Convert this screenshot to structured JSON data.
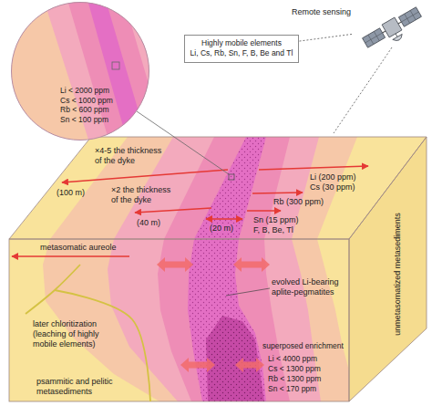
{
  "diagram": {
    "nodes": [
      {
        "text": [
          "Li < 2000 ppm",
          "Cs < 1000 ppm",
          "Rb < 600 ppm",
          "Sn < 100 ppm"
        ]
      },
      {
        "text": [
          "Highly mobile elements",
          "Li, Cs, Rb, Sn, F, B, Be and Tl"
        ]
      },
      {
        "text": [
          "Remote sensing"
        ]
      }
    ],
    "edges": [
      {
        "from": 2,
        "to": 1,
        "arrow": "none"
      }
    ],
    "labels": [
      "×4-5 the thickness of the dyke",
      "(100 m)",
      "×2 the thickness of the dyke",
      "(40 m)",
      "(20 m)",
      "Li (200 ppm)",
      "Cs (30 ppm)",
      "Rb (300 ppm)",
      "Sn (15 ppm)",
      "F, B, Be, Tl",
      "unmetasomatized metasediments",
      "metasomatic aureole",
      "evolved Li-bearing aplite-pegmatites",
      "later chloritization (leaching of highly mobile elements)",
      "superposed enrichment",
      "Li < 4000 ppm",
      "Cs < 1300 ppm",
      "Rb < 1300 ppm",
      "Sn < 170 ppm",
      "psammitic and pelitic metasediments"
    ]
  }
}
